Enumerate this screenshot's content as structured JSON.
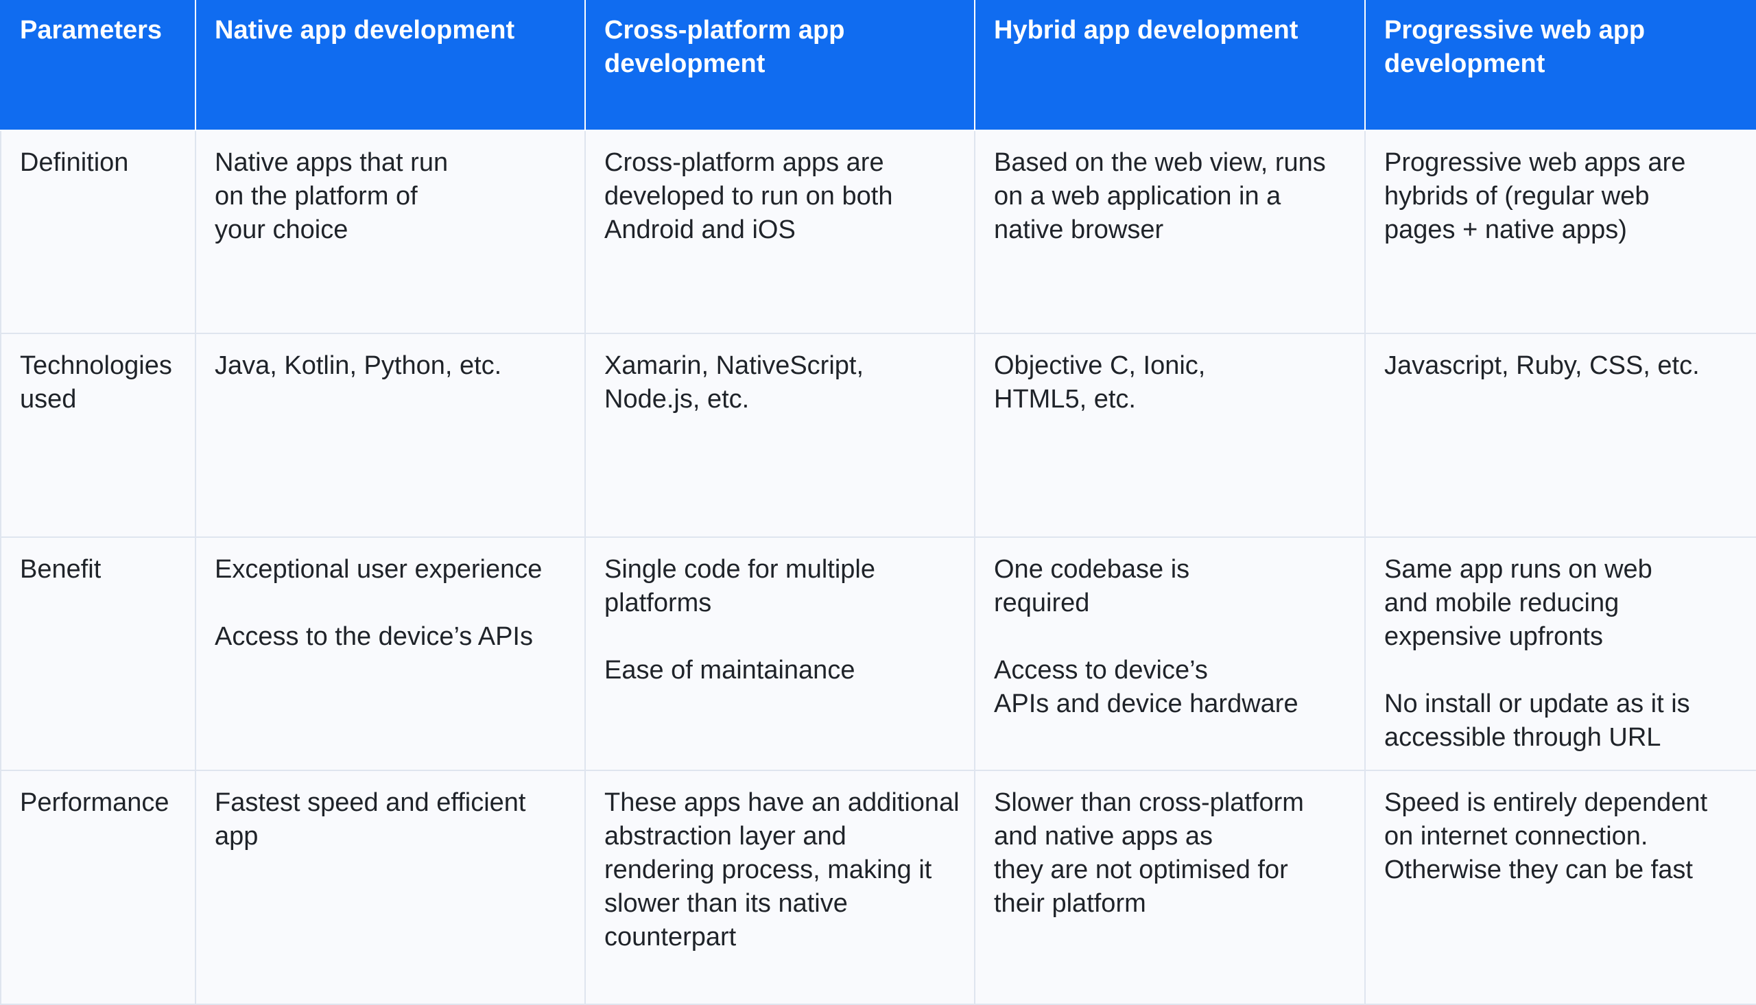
{
  "header": [
    [
      "Parameters"
    ],
    [
      "Native app development"
    ],
    [
      "Cross-platform app",
      "development"
    ],
    [
      "Hybrid app development"
    ],
    [
      "Progressive web app",
      "development"
    ]
  ],
  "rows": [
    {
      "label": [
        "Definition"
      ],
      "cells": [
        [
          [
            "Native apps that run",
            "on the platform of",
            "your choice"
          ]
        ],
        [
          [
            "Cross-platform apps are",
            "developed to run on both",
            "Android and iOS"
          ]
        ],
        [
          [
            "Based on the web view, runs",
            "on a web application in a",
            "native browser"
          ]
        ],
        [
          [
            "Progressive web apps are",
            "hybrids of (regular web",
            "pages + native apps)"
          ]
        ]
      ]
    },
    {
      "label": [
        "Technologies",
        "used"
      ],
      "cells": [
        [
          [
            "Java, Kotlin, Python, etc."
          ]
        ],
        [
          [
            "Xamarin, NativeScript,",
            "Node.js, etc."
          ]
        ],
        [
          [
            "Objective C, Ionic,",
            "HTML5, etc."
          ]
        ],
        [
          [
            "Javascript, Ruby, CSS, etc."
          ]
        ]
      ]
    },
    {
      "label": [
        "Benefit"
      ],
      "cells": [
        [
          [
            "Exceptional user experience"
          ],
          [
            "Access to the device’s APIs"
          ]
        ],
        [
          [
            "Single code for multiple",
            "platforms"
          ],
          [
            "Ease of maintainance"
          ]
        ],
        [
          [
            "One codebase is",
            "required"
          ],
          [
            "Access to device’s",
            "APIs and device hardware"
          ]
        ],
        [
          [
            "Same app runs on web",
            "and mobile reducing",
            "expensive upfronts"
          ],
          [
            "No install or update as it is",
            "accessible through URL"
          ]
        ]
      ]
    },
    {
      "label": [
        "Performance"
      ],
      "cells": [
        [
          [
            "Fastest speed and efficient",
            "app"
          ]
        ],
        [
          [
            "These apps have an additional",
            "abstraction layer and",
            "rendering process, making it",
            "slower than its native",
            "counterpart"
          ]
        ],
        [
          [
            "Slower than cross-platform",
            "and native apps as",
            "they are not optimised for",
            "their platform"
          ]
        ],
        [
          [
            "Speed is entirely dependent",
            "on internet connection.",
            "Otherwise they can be fast"
          ]
        ]
      ]
    }
  ]
}
